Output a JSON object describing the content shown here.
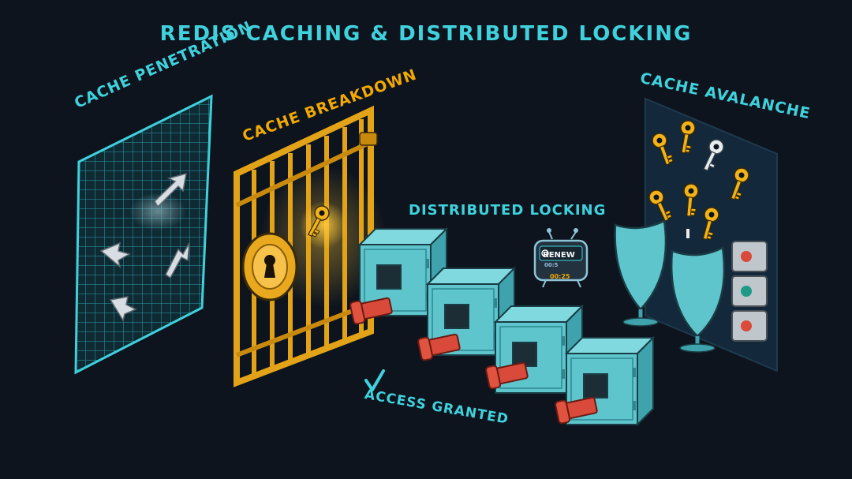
{
  "title": "REDIS CACHING & DISTRIBUTED LOCKING",
  "sections": {
    "penetration": "CACHE PENETRATION",
    "breakdown": "CACHE BREAKDOWN",
    "locking": "DISTRIBUTED LOCKING",
    "avalanche": "CACHE AVALANCHE"
  },
  "status": {
    "access": "ACCESS GRANTED",
    "renew": "RENEW",
    "renew_sub": "00:5",
    "timer": "00:25"
  },
  "colors": {
    "background": "#0d141e",
    "cyan": "#3fd2dd",
    "gold": "#f2a900",
    "red": "#d94a3a"
  },
  "icons": [
    "grid-icon",
    "arrow-icon",
    "gate-icon",
    "padlock-icon",
    "key-icon",
    "safe-icon",
    "robot-icon",
    "shield-icon",
    "switch-icon",
    "checkmark-icon"
  ]
}
